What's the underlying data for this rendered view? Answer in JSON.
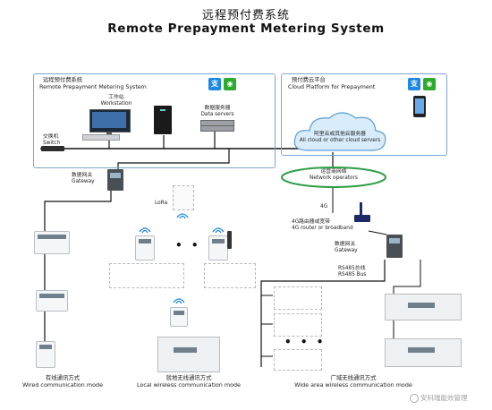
{
  "title": {
    "cn": "远程预付费系统",
    "en": "Remote Prepayment Metering System"
  },
  "left_system": {
    "cn": "远程预付费系统",
    "en": "Remote Prepayment Metering System",
    "workstation_cn": "工作站",
    "workstation_en": "Workstation",
    "data_servers_cn": "数据服务器",
    "data_servers_en": "Data servers",
    "switch_cn": "交换机",
    "switch_en": "Switch"
  },
  "right_system": {
    "cn": "预付费云平台",
    "en": "Cloud Platform for Prepayment",
    "cloud_cn": "阿里云或其他云服务器",
    "cloud_en": "Ali cloud or other cloud servers"
  },
  "network": {
    "cn": "运营商网络",
    "en": "Network operators"
  },
  "gateway_left": {
    "cn": "数据网关",
    "en": "Gateway"
  },
  "lora": "LoRa",
  "router": {
    "badge": "4G",
    "cn": "4G路由器或宽带",
    "en": "4G router or broadband"
  },
  "gateway_right": {
    "cn": "数据网关",
    "en": "Gateway"
  },
  "rs485": {
    "cn": "RS485总线",
    "en": "RS485 Bus"
  },
  "dots": "• • •",
  "modes": {
    "wired_cn": "有线通讯方式",
    "wired_en": "Wired communication mode",
    "local_cn": "就地无线通讯方式",
    "local_en": "Local wireless communication mode",
    "wide_cn": "广域无线通讯方式",
    "wide_en": "Wide area wireless communication mode"
  },
  "watermark": "安科瑞能效管理",
  "colors": {
    "box_border": "#7aa6cf",
    "network_ellipse": "#2e9e46",
    "wire": "#111111",
    "cloud_fill": "#d9ecfb",
    "alipay_icon": "#1e88e5",
    "wechat_icon": "#2eaa2e"
  },
  "icons": [
    "alipay-icon",
    "wechat-icon",
    "smartphone-icon",
    "cloud-icon",
    "wifi-icon",
    "antenna-icon"
  ]
}
